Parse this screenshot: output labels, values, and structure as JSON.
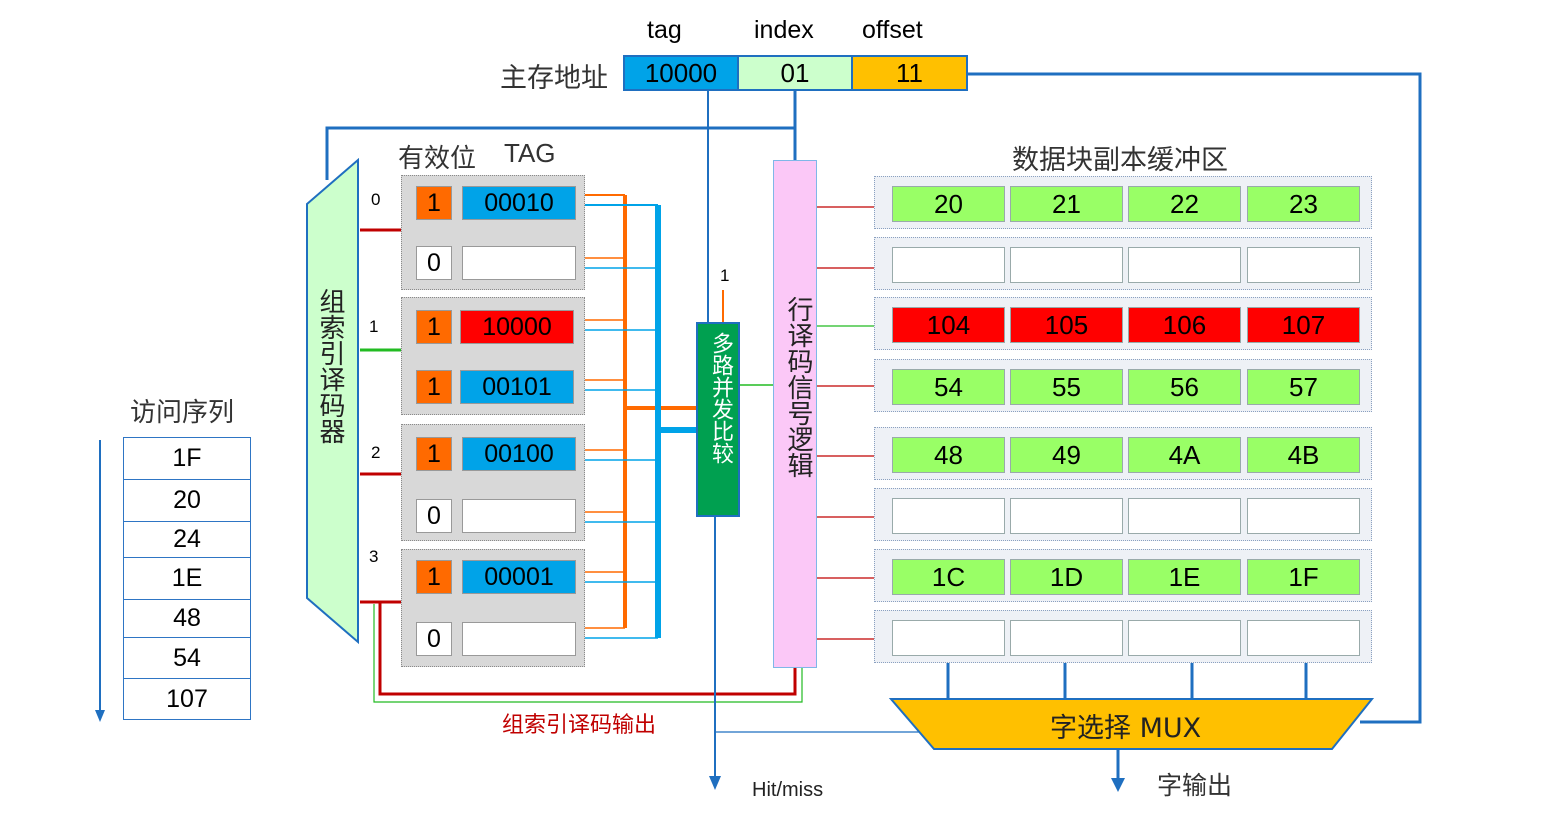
{
  "address": {
    "label": "主存地址",
    "headers": {
      "tag": "tag",
      "index": "index",
      "offset": "offset"
    },
    "tag_value": "10000",
    "index_value": "01",
    "offset_value": "11"
  },
  "tag_section": {
    "valid_label": "有效位",
    "tag_label": "TAG"
  },
  "set_decoder": {
    "label": "组索引译码器",
    "set_numbers": [
      "0",
      "1",
      "2",
      "3"
    ]
  },
  "sets": [
    {
      "ways": [
        {
          "valid": "1",
          "tag": "00010",
          "tag_color": "#00a3e8"
        },
        {
          "valid": "0",
          "tag": "",
          "tag_color": "#ffffff"
        }
      ]
    },
    {
      "ways": [
        {
          "valid": "1",
          "tag": "10000",
          "tag_color": "#ff0000"
        },
        {
          "valid": "1",
          "tag": "00101",
          "tag_color": "#00a3e8"
        }
      ]
    },
    {
      "ways": [
        {
          "valid": "1",
          "tag": "00100",
          "tag_color": "#00a3e8"
        },
        {
          "valid": "0",
          "tag": "",
          "tag_color": "#ffffff"
        }
      ]
    },
    {
      "ways": [
        {
          "valid": "1",
          "tag": "00001",
          "tag_color": "#00a3e8"
        },
        {
          "valid": "0",
          "tag": "",
          "tag_color": "#ffffff"
        }
      ]
    }
  ],
  "comparator": {
    "label": "多路并发比较",
    "input_label": "1"
  },
  "row_decoder": {
    "label": "行译码信号逻辑"
  },
  "data_buffer": {
    "title": "数据块副本缓冲区",
    "rows": [
      {
        "color": "#99ff66",
        "cells": [
          "20",
          "21",
          "22",
          "23"
        ]
      },
      {
        "color": "#ffffff",
        "cells": [
          "",
          "",
          "",
          ""
        ]
      },
      {
        "color": "#ff0000",
        "cells": [
          "104",
          "105",
          "106",
          "107"
        ]
      },
      {
        "color": "#99ff66",
        "cells": [
          "54",
          "55",
          "56",
          "57"
        ]
      },
      {
        "color": "#99ff66",
        "cells": [
          "48",
          "49",
          "4A",
          "4B"
        ]
      },
      {
        "color": "#ffffff",
        "cells": [
          "",
          "",
          "",
          ""
        ]
      },
      {
        "color": "#99ff66",
        "cells": [
          "1C",
          "1D",
          "1E",
          "1F"
        ]
      },
      {
        "color": "#ffffff",
        "cells": [
          "",
          "",
          "",
          ""
        ]
      }
    ]
  },
  "mux": {
    "label": "字选择 MUX",
    "output_label": "字输出"
  },
  "decoder_output_label": "组索引译码输出",
  "hitmiss_label": "Hit/miss",
  "access_sequence": {
    "title": "访问序列",
    "items": [
      "1F",
      "20",
      "24",
      "1E",
      "48",
      "54",
      "107"
    ]
  },
  "colors": {
    "valid_bit": "#ff6a00",
    "blue": "#1f6fc0",
    "dark_red": "#c00000",
    "orange": "#ff6a00",
    "green": "#00a050",
    "pink": "#fbc8f7",
    "mux": "#ffc000",
    "decoder": "#ccffcc",
    "tag_addr": "#00a3e8",
    "index_addr": "#ccffcc"
  }
}
